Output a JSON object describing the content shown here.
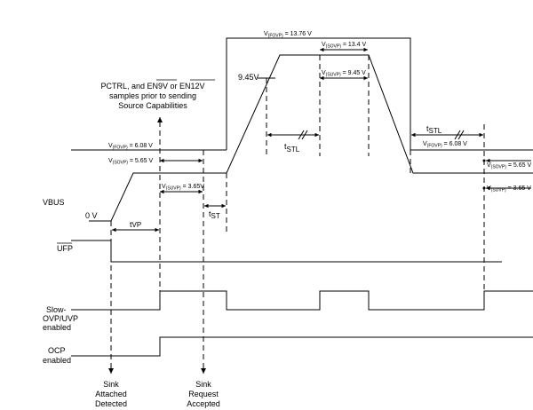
{
  "signals": {
    "vbus": "VBUS",
    "ufp": "UFP",
    "slow_ovp_uvp": [
      "Slow-",
      "OVP/UVP",
      "enabled"
    ],
    "ocp": [
      "OCP",
      "enabled"
    ]
  },
  "annotations": {
    "pctrl_note": [
      "PCTRL, and EN9V or EN12V",
      "samples prior to sending",
      "Source Capabilities"
    ],
    "sink_attached": [
      "Sink",
      "Attached",
      "Detected"
    ],
    "sink_request": [
      "Sink",
      "Request",
      "Accepted"
    ]
  },
  "levels": {
    "zero": "0 V",
    "v945": "9.45V",
    "fovp_high": {
      "base": "V",
      "sub": "(FOVP)",
      "value": " = 13.76 V"
    },
    "sovp_high": {
      "base": "V",
      "sub": "(SOVP)",
      "value": " = 13.4 V"
    },
    "suvp_high": {
      "base": "V",
      "sub": "(SUVP)",
      "value": " = 9.45 V"
    },
    "fovp_low": {
      "base": "V",
      "sub": "(FOVP)",
      "value": " = 6.08 V"
    },
    "sovp_low": {
      "base": "V",
      "sub": "(SOVP)",
      "value": " = 5.65 V"
    },
    "suvp_low": {
      "base": "V",
      "sub": "(SUVP)",
      "value": " = 3.65V"
    },
    "fovp_right": {
      "base": "V",
      "sub": "(FOVP)",
      "value": " = 6.08 V"
    },
    "sovp_right": {
      "base": "V",
      "sub": "(SOVP)",
      "value": " = 5.65 V"
    },
    "suvp_right": {
      "base": "V",
      "sub": "(SUVP)",
      "value": " = 3.65 V"
    }
  },
  "timings": {
    "tvp": {
      "base": "t",
      "sub": "VP"
    },
    "tst": {
      "base": "t",
      "sub": "ST"
    },
    "tstl_mid": {
      "base": "t",
      "sub": "STL"
    },
    "tstl_right": {
      "base": "t",
      "sub": "STL"
    }
  }
}
